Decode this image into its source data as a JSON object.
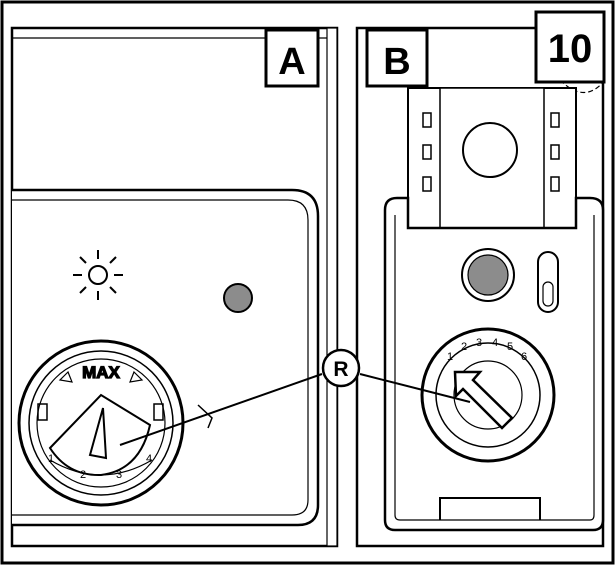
{
  "figure": {
    "label_a": "A",
    "label_b": "B",
    "label_page": "10",
    "callout": "R",
    "panel_a": {
      "dial_word": "MAX",
      "dial_numbers": [
        "1",
        "2",
        "3",
        "4"
      ],
      "icon": "sun-icon"
    },
    "panel_b": {
      "dial_numbers": [
        "1",
        "2",
        "3",
        "4",
        "5",
        "6"
      ]
    }
  }
}
